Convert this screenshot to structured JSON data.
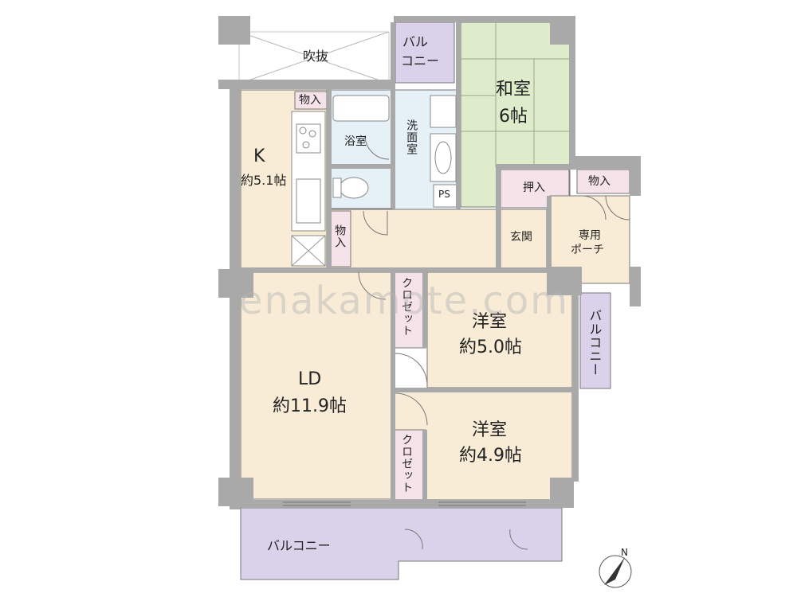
{
  "colors": {
    "wall": "#a8a8a8",
    "floor": "#f8ecd6",
    "balcony": "#d9d2ea",
    "japanese": "#deeccc",
    "wet": "#e6f0f7",
    "storage": "#f6e3ea",
    "void": "#ffffff"
  },
  "rooms": {
    "void_label": "吹抜",
    "balcony_top_l1": "バル",
    "balcony_top_l2": "コニー",
    "washitsu_name": "和室",
    "washitsu_size": "6帖",
    "storage_kitchen": "物入",
    "bath": "浴室",
    "washroom": "洗面室",
    "kitchen_name": "K",
    "kitchen_size": "約5.1帖",
    "ps": "PS",
    "oshiire": "押入",
    "storage_porch": "物入",
    "storage_hall": "物入",
    "genkan": "玄関",
    "porch_l1": "専用",
    "porch_l2": "ポーチ",
    "closet1": "クロゼット",
    "closet2": "クロゼット",
    "youshitsu1_name": "洋室",
    "youshitsu1_size": "約5.0帖",
    "balcony_right": "バルコニー",
    "ld_name": "LD",
    "ld_size": "約11.9帖",
    "youshitsu2_name": "洋室",
    "youshitsu2_size": "約4.9帖",
    "balcony_bottom": "バルコニー"
  },
  "compass_label": "N",
  "watermark": "enakamote.com"
}
